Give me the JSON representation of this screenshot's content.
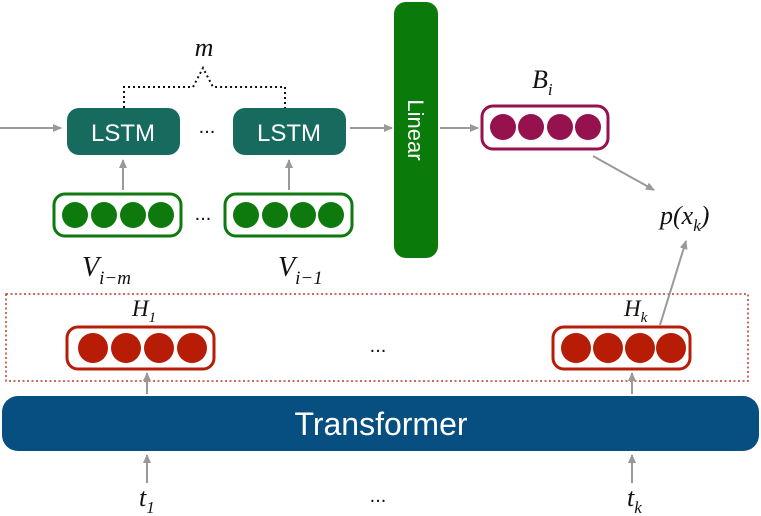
{
  "lstm": {
    "label": "LSTM"
  },
  "linear": {
    "label": "Linear"
  },
  "transformer": {
    "label": "Transformer"
  },
  "labels": {
    "m": "m",
    "B": "B",
    "B_sub": "i",
    "p": "p(x",
    "p_sub": "k",
    "p_close": ")",
    "V": "V",
    "V_first_sub": "i−m",
    "V_last_sub": "i−1",
    "H": "H",
    "H_first_sub": "1",
    "H_last_sub": "k",
    "t": "t",
    "t_first_sub": "1",
    "t_last_sub": "k"
  },
  "ellipsis": "···",
  "ellipsis_dots": "...",
  "colors": {
    "lstm_fill": "#176b5e",
    "vector_green": "#0e7a0e",
    "linear_fill": "#0a7a0a",
    "b_vector": "#95124f",
    "h_vector": "#b71c07",
    "transformer_fill": "#074f80",
    "arrow": "#999999",
    "dotted_box": "#c0392b"
  }
}
